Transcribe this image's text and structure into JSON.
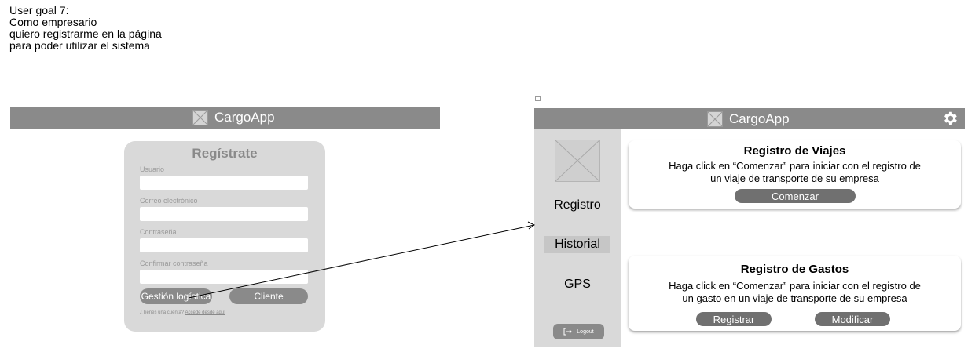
{
  "goal": {
    "line1": "User goal 7:",
    "line2": "Como empresario",
    "line3": "quiero registrarme en la página",
    "line4": "para poder utilizar el sistema"
  },
  "left_screen": {
    "app_title": "CargoApp",
    "form": {
      "title": "Regístrate",
      "user_label": "Usuario",
      "email_label": "Correo electrónico",
      "password_label": "Contraseña",
      "confirm_label": "Confirmar contraseña",
      "logistics_button": "Gestión logística",
      "client_button": "Cliente",
      "login_prompt": "¿Tienes una  cuenta?",
      "login_link": "Accede desde aquí"
    }
  },
  "right_screen": {
    "app_title": "CargoApp",
    "sidebar": {
      "items": [
        "Registro",
        "Historial",
        "GPS"
      ],
      "logout": "Logout"
    },
    "trips_card": {
      "title": "Registro de Viajes",
      "desc_line1": "Haga click en “Comenzar” para iniciar con el registro de",
      "desc_line2": "un viaje de transporte de su empresa",
      "start_button": "Comenzar"
    },
    "expenses_card": {
      "title": "Registro de Gastos",
      "desc_line1": "Haga click en “Comenzar” para iniciar con el registro de",
      "desc_line2": "un gasto en un viaje de transporte de su empresa",
      "register_button": "Registrar",
      "modify_button": "Modificar"
    }
  },
  "colors": {
    "bar": "#8a8a8a",
    "panel": "#d9d9d9",
    "button_dark": "#707070"
  },
  "icons": [
    "image-placeholder-icon",
    "gear-icon",
    "logout-icon",
    "arrow-icon"
  ]
}
